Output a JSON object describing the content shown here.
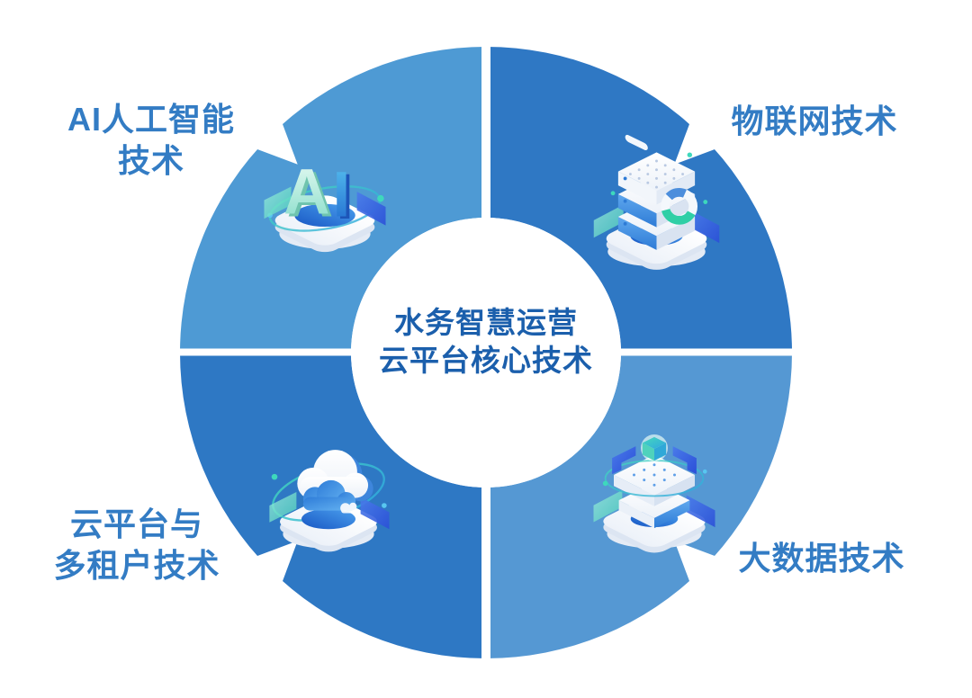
{
  "diagram_title": {
    "line1": "水务智慧运营",
    "line2": "云平台核心技术"
  },
  "quadrants": [
    {
      "id": "ai",
      "position": "top-left",
      "label_lines": [
        "AI人工智能",
        "技术"
      ],
      "color": "#4E9AD4",
      "icon": "ai-3d-icon"
    },
    {
      "id": "iot",
      "position": "top-right",
      "label_lines": [
        "物联网技术"
      ],
      "color": "#2F78C4",
      "icon": "server-stack-icon"
    },
    {
      "id": "cloud",
      "position": "bottom-left",
      "label_lines": [
        "云平台与",
        "多租户技术"
      ],
      "color": "#2E78C4",
      "icon": "cloud-multi-tenant-icon"
    },
    {
      "id": "bigdata",
      "position": "bottom-right",
      "label_lines": [
        "大数据技术"
      ],
      "color": "#5598D3",
      "icon": "big-data-stack-icon"
    }
  ],
  "ai_icon_letters": {
    "a": "A",
    "i": "I"
  },
  "colors": {
    "background": "#FFFFFF",
    "title_text": "#1B5FAC",
    "label_text": "#337CC4",
    "divider": "#FFFFFF",
    "quadrant_light": "#4E9AD4",
    "quadrant_dark": "#2F78C4",
    "icon_blue": "#2E7BD6",
    "icon_teal": "#3ED0B4"
  }
}
